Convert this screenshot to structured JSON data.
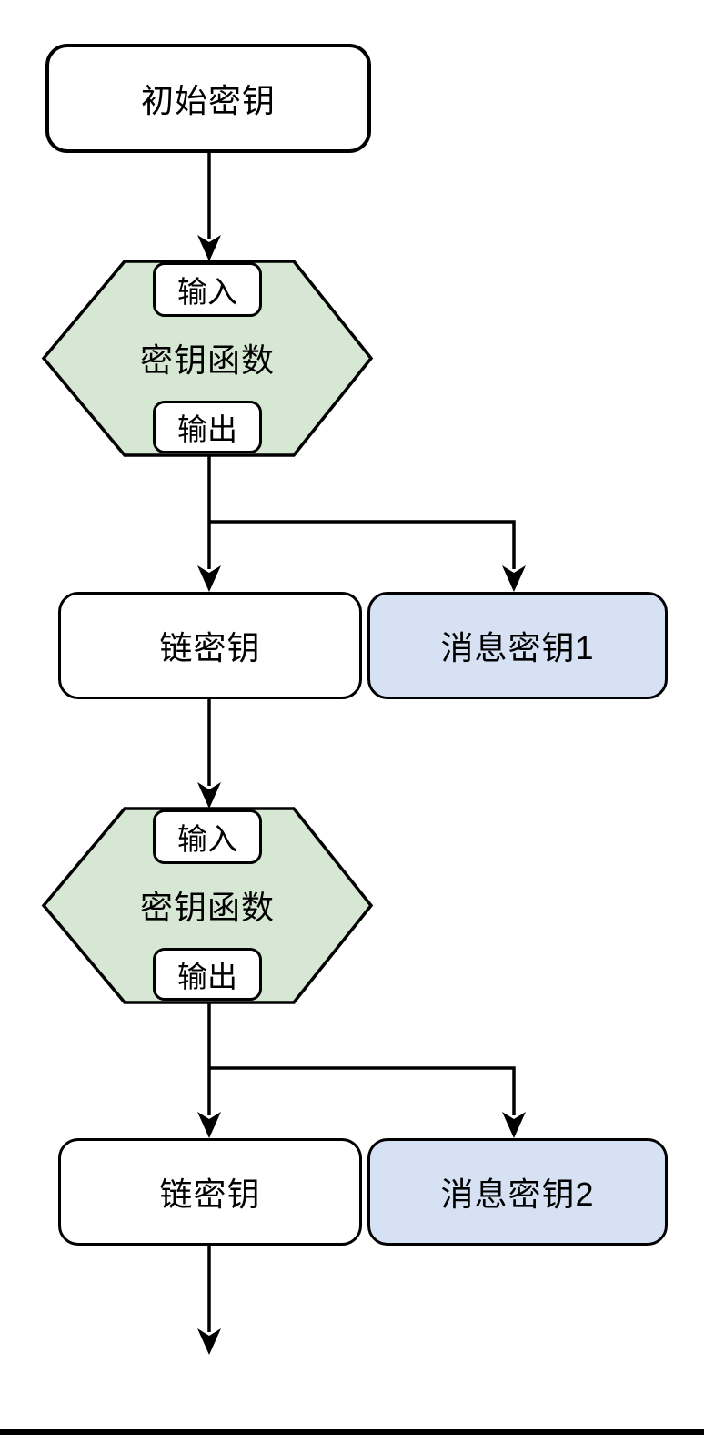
{
  "colors": {
    "line-color": "#000000",
    "hexagon-fill": "#d6e7d3",
    "message-fill": "#d7e1f4",
    "node-fill": "#ffffff",
    "bar-color": "#000000"
  },
  "nodes": {
    "initial_key": "初始密钥",
    "kdf1": {
      "input": "输入",
      "label": "密钥函数",
      "output": "输出"
    },
    "chain_key_1": "链密钥",
    "message_key_1": "消息密钥1",
    "kdf2": {
      "input": "输入",
      "label": "密钥函数",
      "output": "输出"
    },
    "chain_key_2": "链密钥",
    "message_key_2": "消息密钥2"
  }
}
